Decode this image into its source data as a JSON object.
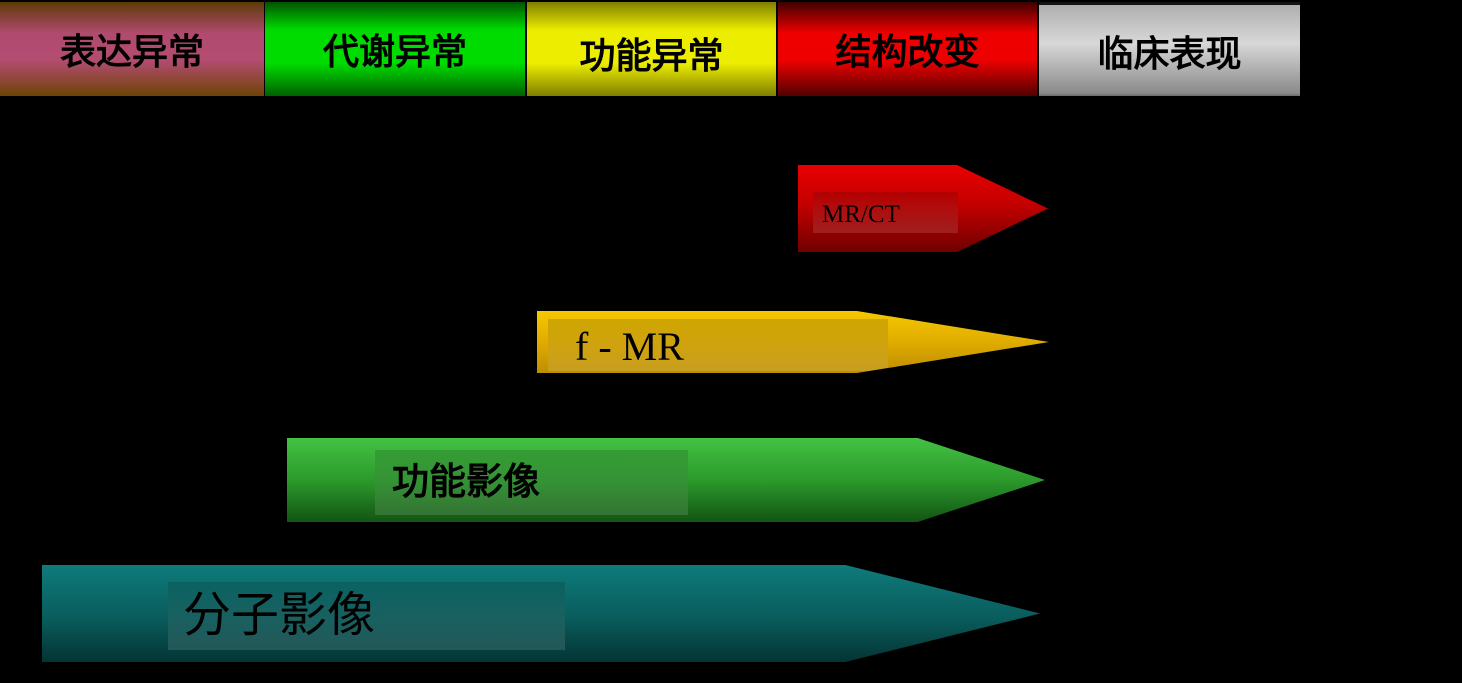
{
  "slide": {
    "background_color": "#000000",
    "stages": [
      {
        "label": "表达异常",
        "color": "#B34C70"
      },
      {
        "label": "代谢异常",
        "color": "#00DC00"
      },
      {
        "label": "功能异常",
        "color": "#EDED00"
      },
      {
        "label": "结构改变",
        "color": "#EE0000"
      },
      {
        "label": "临床表现",
        "color": "#C8C8C8"
      }
    ],
    "arrows": [
      {
        "label": "MR/CT",
        "color": "#D40000"
      },
      {
        "label": "f - MR",
        "color": "#E0AC00"
      },
      {
        "label": "功能影像",
        "color": "#2C9A2C"
      },
      {
        "label": "分子影像",
        "color": "#0A5C5C"
      }
    ]
  }
}
